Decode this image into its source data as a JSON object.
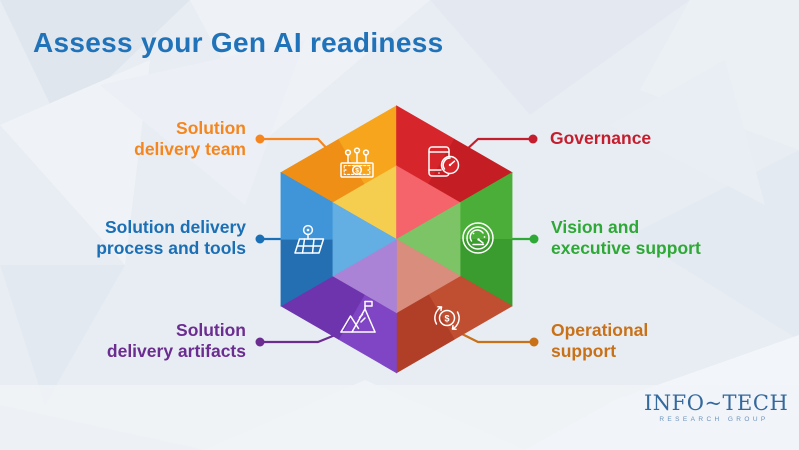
{
  "page": {
    "title": "Assess your Gen AI readiness",
    "title_color": "#2173B9",
    "background_color": "#E8EDF3"
  },
  "diagram": {
    "type": "hexagon-6-segments",
    "segments": [
      {
        "id": "solution-delivery-team",
        "position": "top-left",
        "label_lines": [
          "Solution",
          "delivery team"
        ],
        "color": "#F5861F",
        "segment_colors": [
          "#EF8F15",
          "#F8A51E"
        ],
        "inner_color": "#F5CE50",
        "icon": "money-growth-icon"
      },
      {
        "id": "governance",
        "position": "top-right",
        "label_lines": [
          "Governance",
          ""
        ],
        "color": "#C41E2E",
        "segment_colors": [
          "#D6262C",
          "#C41E24"
        ],
        "inner_color": "#F4646A",
        "icon": "phone-gauge-icon"
      },
      {
        "id": "solution-delivery-process-and-tools",
        "position": "left",
        "label_lines": [
          "Solution delivery",
          "process and tools"
        ],
        "color": "#1B6FB5",
        "segment_colors": [
          "#3F95D8",
          "#246FB2"
        ],
        "inner_color": "#63AEE3",
        "icon": "map-pin-icon"
      },
      {
        "id": "vision-and-executive-support",
        "position": "right",
        "label_lines": [
          "Vision and",
          "executive support"
        ],
        "color": "#2EA836",
        "segment_colors": [
          "#4BAE38",
          "#3A9B2E"
        ],
        "inner_color": "#7CC466",
        "icon": "dashboard-gauge-icon"
      },
      {
        "id": "solution-delivery-artifacts",
        "position": "bottom-left",
        "label_lines": [
          "Solution",
          "delivery artifacts"
        ],
        "color": "#6B2D90",
        "segment_colors": [
          "#8045C4",
          "#6E34AD"
        ],
        "inner_color": "#AA83D6",
        "icon": "mountain-flag-icon"
      },
      {
        "id": "operational-support",
        "position": "bottom-right",
        "label_lines": [
          "Operational",
          "support"
        ],
        "color": "#C97119",
        "segment_colors": [
          "#C04E31",
          "#B13E27"
        ],
        "inner_color": "#D98D7C",
        "icon": "dollar-cycle-icon"
      }
    ]
  },
  "logo": {
    "name": "INFO~TECH",
    "subtitle": "RESEARCH GROUP",
    "color": "#34699E"
  }
}
